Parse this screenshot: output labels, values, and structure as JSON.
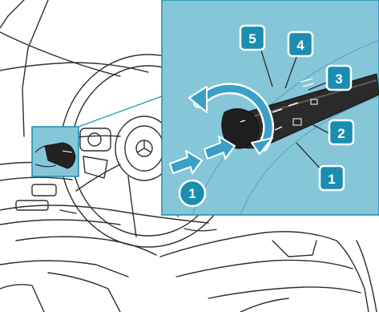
{
  "colors": {
    "inset_fill": "#86c6d9",
    "accent": "#1a8db0",
    "callout_fill": "#1a8db0",
    "callout_stroke": "#ffffff",
    "line": "#333333",
    "arrow_fill": "#3aa0c6"
  },
  "callouts": {
    "c1_inset": "1",
    "c2": "2",
    "c3": "3",
    "c4": "4",
    "c5": "5",
    "c1_push": "1"
  },
  "icons": [
    "rotate-arrow-icon",
    "push-arrow-icon",
    "wiper-lever",
    "steering-wheel",
    "vehicle-brand-logo"
  ]
}
